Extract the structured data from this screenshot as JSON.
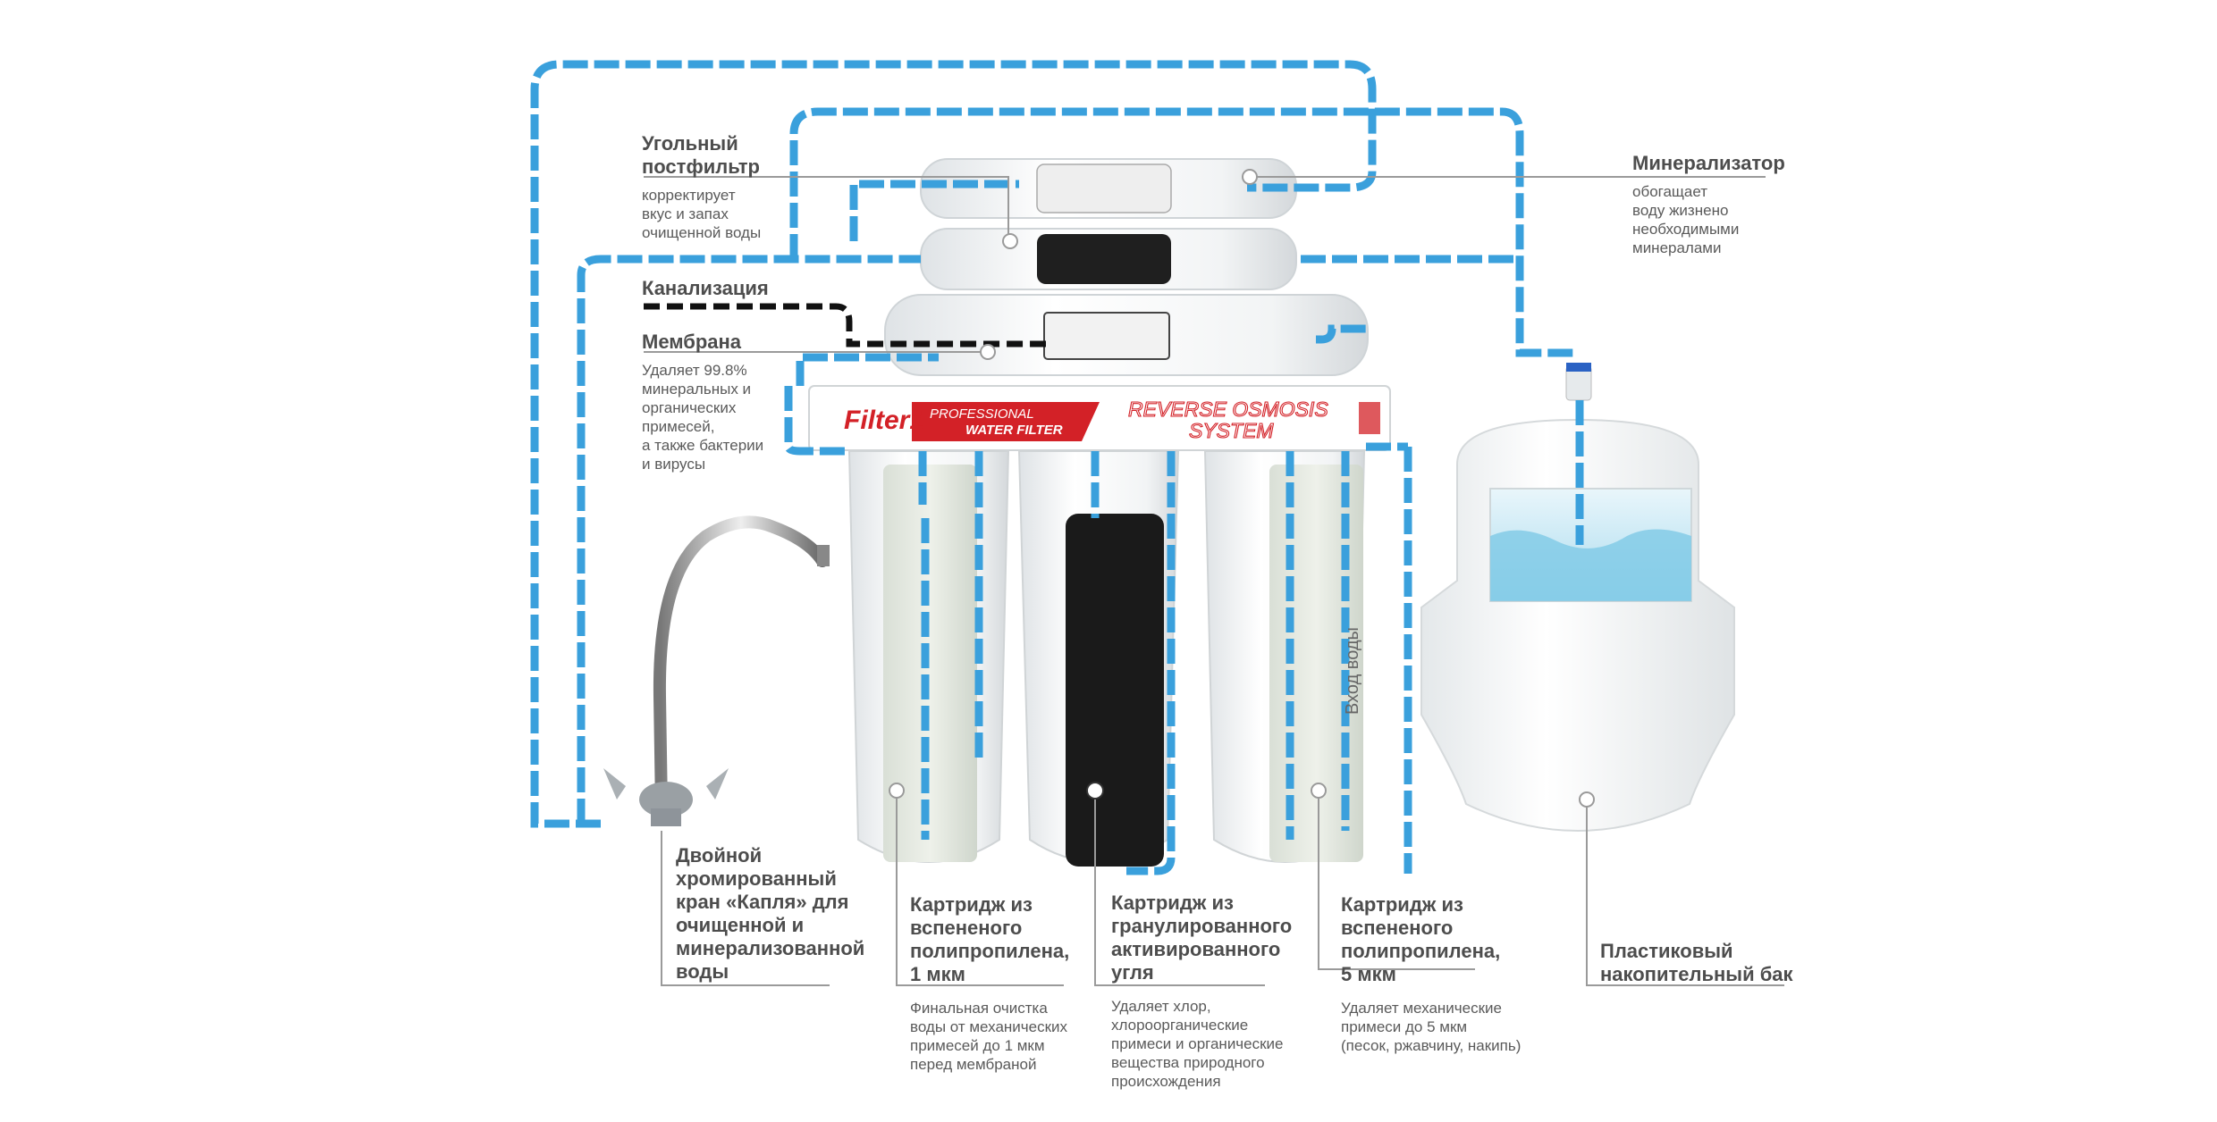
{
  "brand": {
    "logo": "Filter1",
    "line1": "PROFESSIONAL",
    "line2": "WATER FILTER",
    "system1": "REVERSE OSMOSIS",
    "system2": "SYSTEM"
  },
  "colors": {
    "pipe_blue": "#3aa0dc",
    "drain_black": "#111111",
    "brand_red": "#d32127",
    "carbon": "#1a1a1a"
  },
  "labels": {
    "postfilter": {
      "title": "Угольный\nпостфильтр",
      "desc": "корректирует\nвкус и запах\nочищенной воды"
    },
    "drain": {
      "title": "Канализация"
    },
    "membrane": {
      "title": "Мембрана",
      "desc": "Удаляет 99.8%\nминеральных и\nорганических\nпримесей,\nа также бактерии\nи вирусы"
    },
    "mineralizer": {
      "title": "Минерализатор",
      "desc": "обогащает\nводу жизнено\nнеобходимыми\nминералами"
    },
    "faucet": {
      "title": "Двойной\nхромированный\nкран «Капля» для\nочищенной и\nминерализованной\nводы"
    },
    "cart1": {
      "title": "Картридж из\nвспененого\nполипропилена,\n1 мкм",
      "desc": "Финальная очистка\nводы от механических\nпримесей до 1 мкм\nперед мембраной"
    },
    "cart2": {
      "title": "Картридж из\nгранулированного\nактивированного\nугля",
      "desc": "Удаляет хлор,\nхлороорганические\nпримеси и органические\nвещества природного\nпроисхождения"
    },
    "cart3": {
      "title": "Картридж из\nвспененого\nполипропилена,\n5 мкм",
      "desc": "Удаляет механические\nпримеси до 5 мкм\n(песок, ржавчину, накипь)"
    },
    "inlet": {
      "title": "Вход воды"
    },
    "tank": {
      "title": "Пластиковый\nнакопительный бак"
    }
  }
}
